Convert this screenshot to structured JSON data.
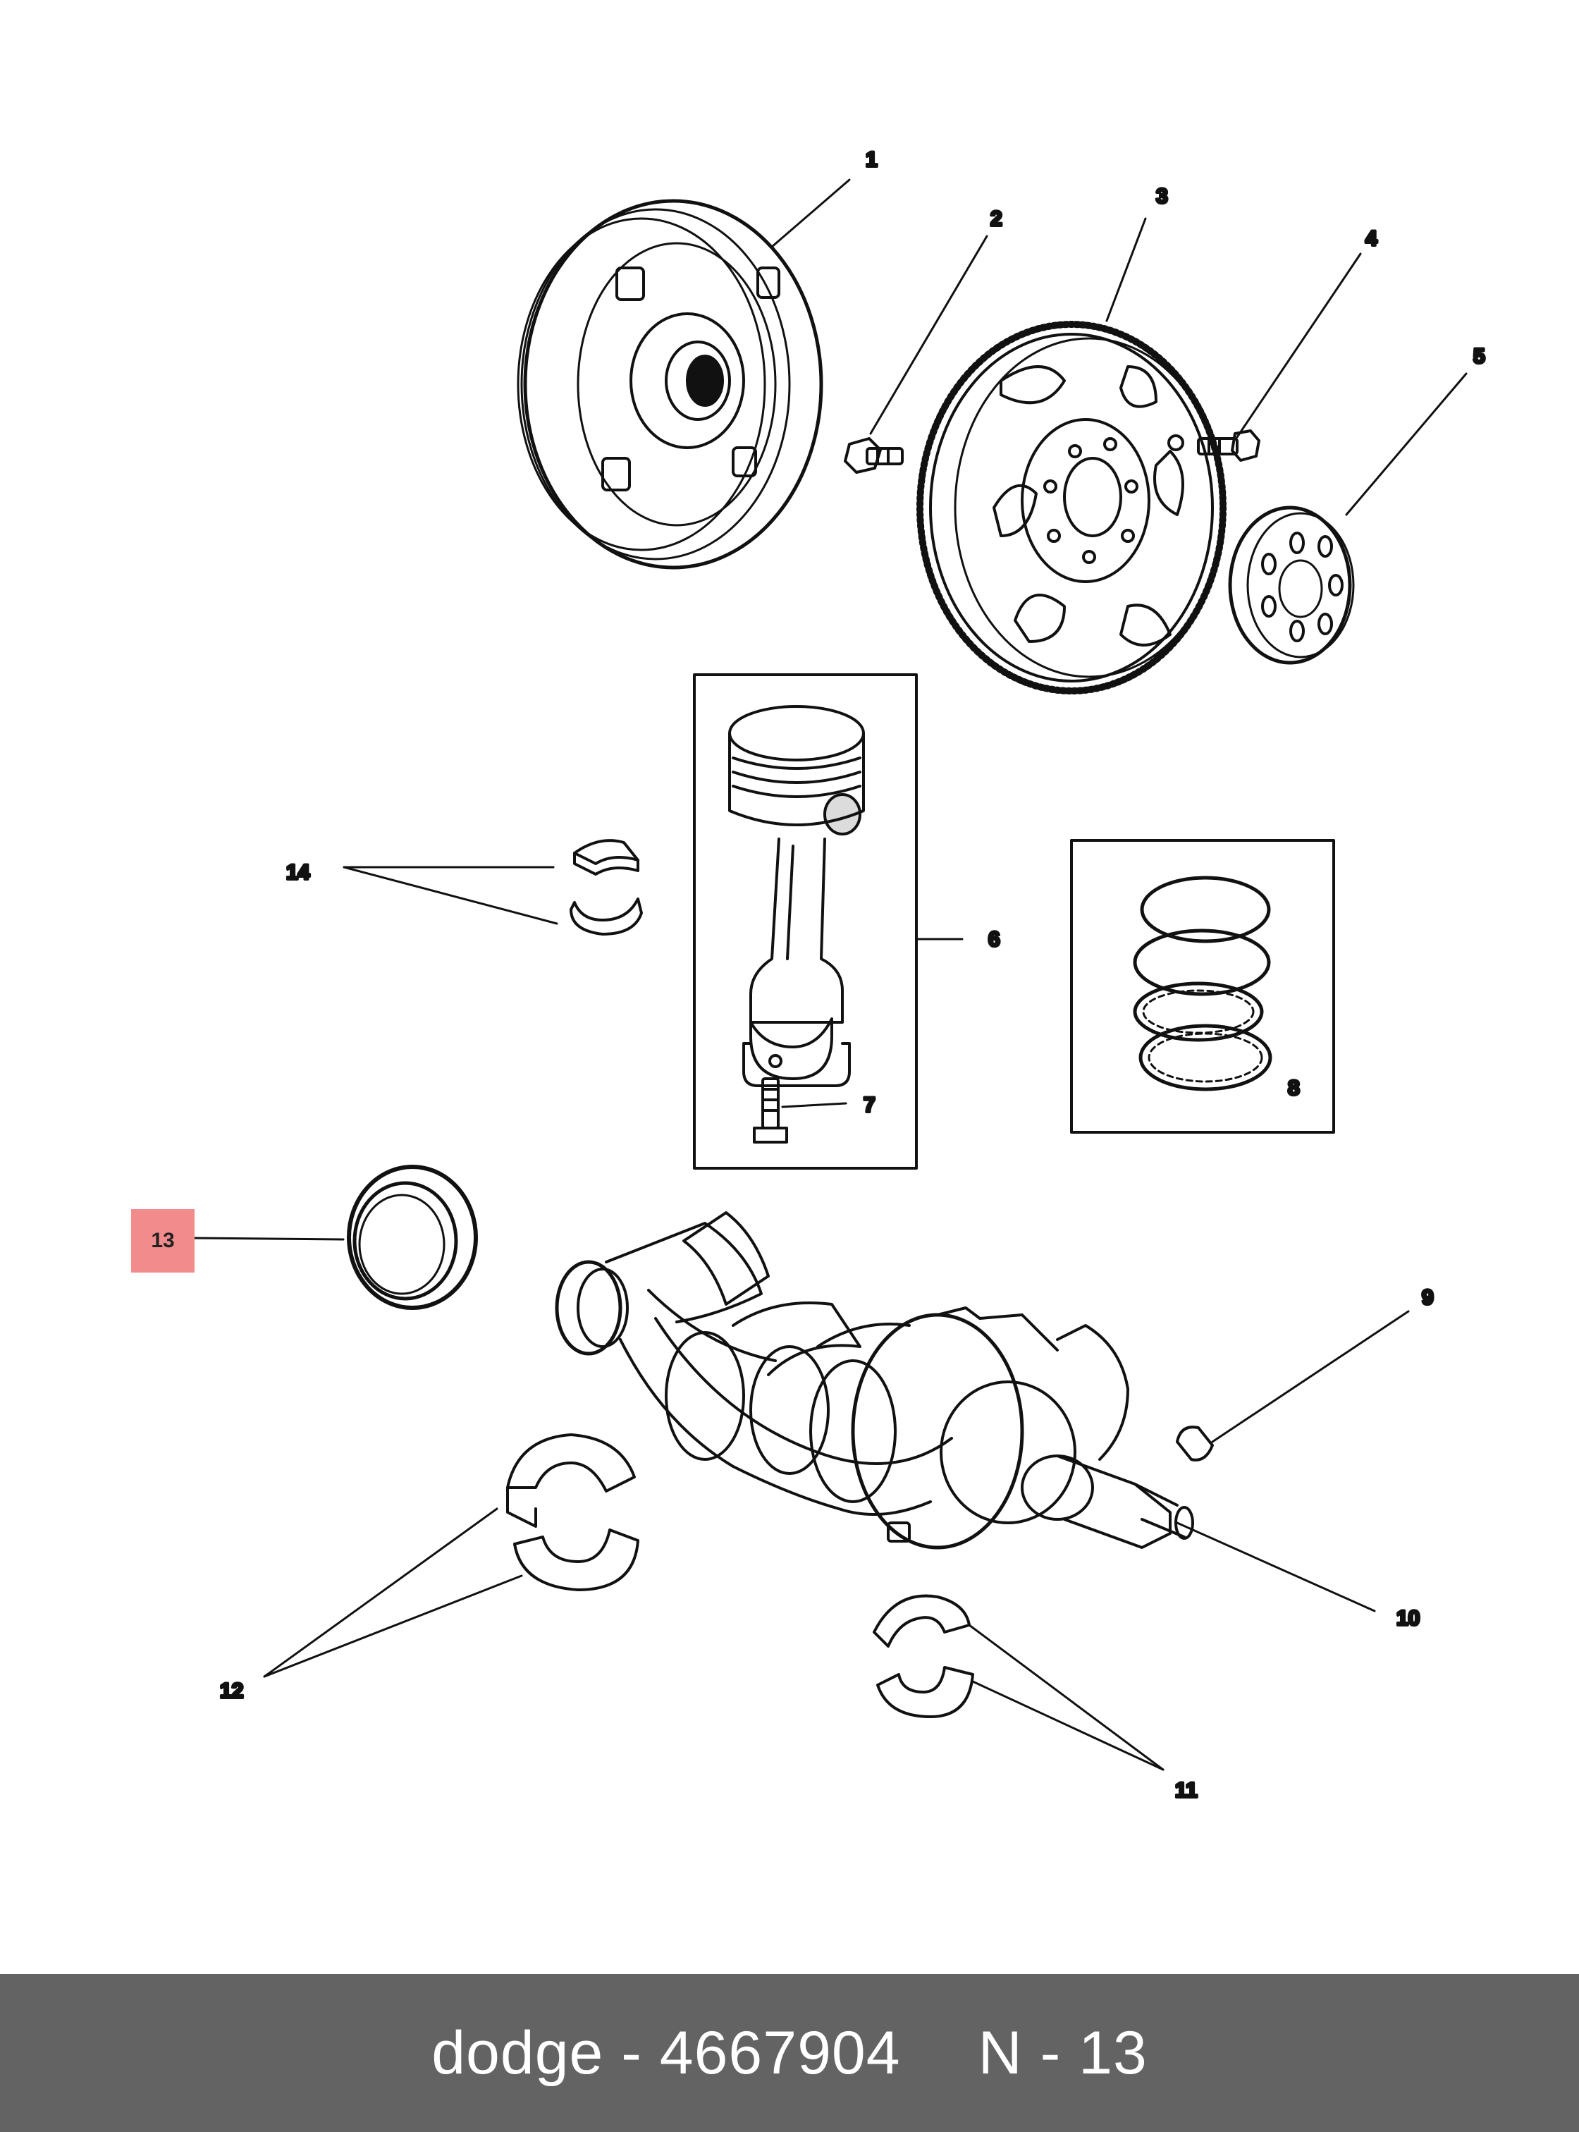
{
  "callouts": {
    "c1": "1",
    "c2": "2",
    "c3": "3",
    "c4": "4",
    "c5": "5",
    "c6": "6",
    "c7": "7",
    "c8": "8",
    "c9": "9",
    "c10": "10",
    "c11": "11",
    "c12": "12",
    "c13": "13",
    "c14": "14"
  },
  "highlight": {
    "label": "13",
    "color": "#f28b8b"
  },
  "footer": {
    "brand_part": "dodge - 4667904",
    "page_ref": "N - 13",
    "background": "#636363"
  }
}
